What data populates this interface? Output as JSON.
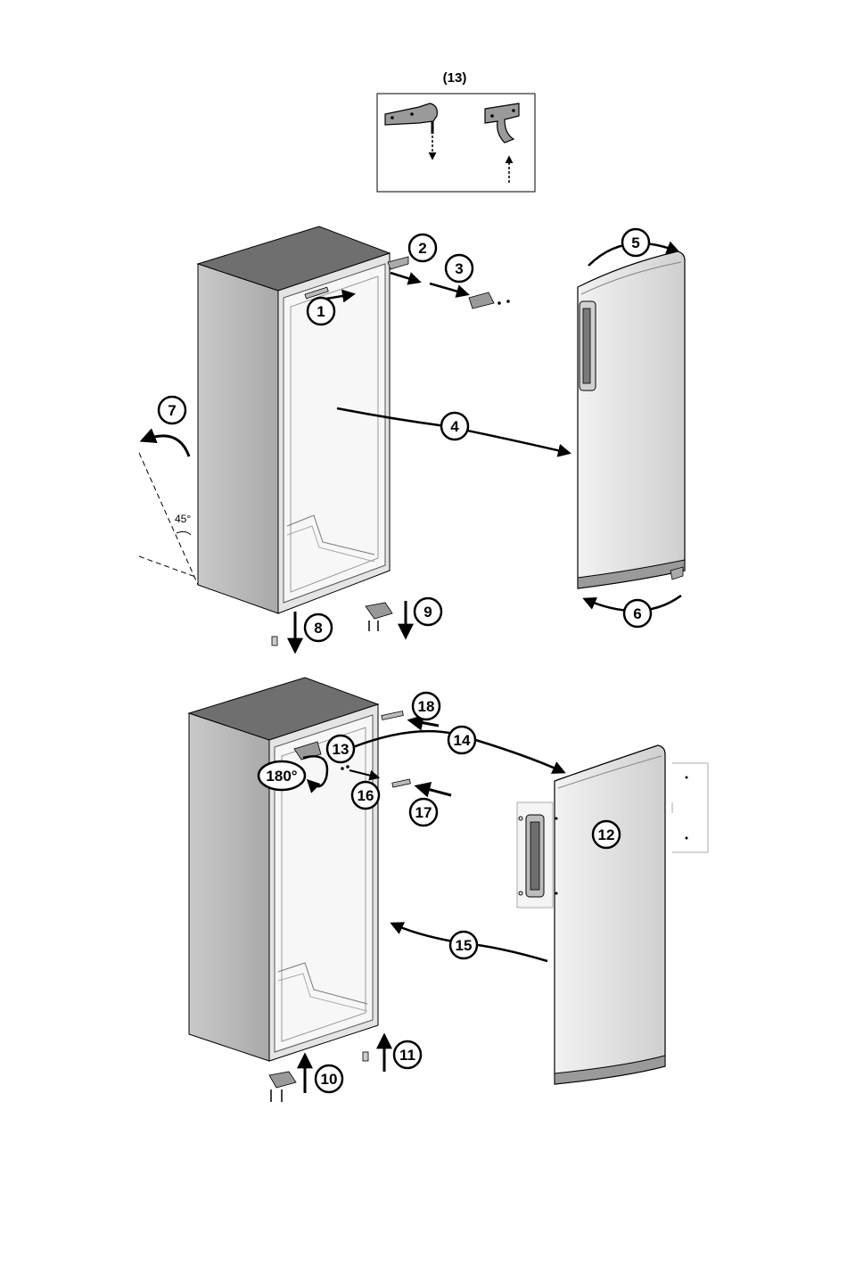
{
  "inset": {
    "title": "(13)"
  },
  "steps": {
    "s1": "1",
    "s2": "2",
    "s3": "3",
    "s4": "4",
    "s5": "5",
    "s6": "6",
    "s7": "7",
    "s8": "8",
    "s9": "9",
    "s10": "10",
    "s11": "11",
    "s12": "12",
    "s13": "13",
    "s14": "14",
    "s15": "15",
    "s16": "16",
    "s17": "17",
    "s18": "18"
  },
  "angles": {
    "tilt": "45°",
    "rotate": "180°"
  }
}
